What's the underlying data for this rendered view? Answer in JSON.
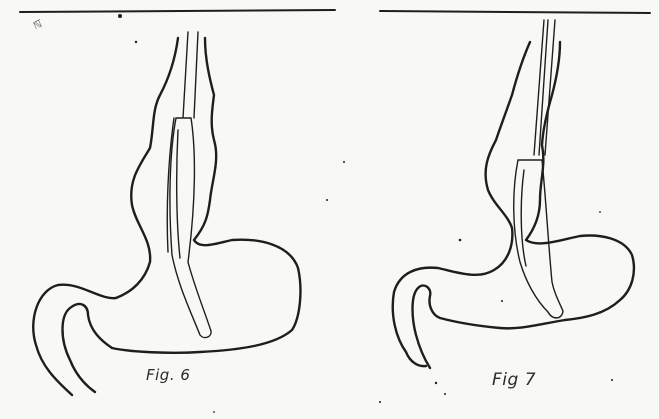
{
  "figures": [
    {
      "id": "fig6",
      "caption": "Fig. 6"
    },
    {
      "id": "fig7",
      "caption": "Fig 7"
    }
  ],
  "marks": {
    "corner_scribble": "ℕ̅"
  },
  "colors": {
    "ink": "#1e1e1e",
    "paper": "#f8f8f5"
  }
}
